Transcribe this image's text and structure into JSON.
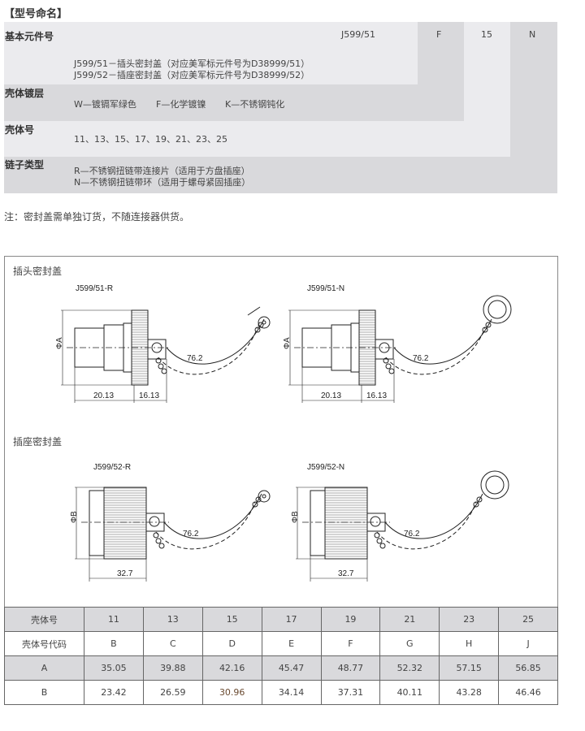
{
  "naming": {
    "title": "【型号命名】",
    "rows": [
      {
        "label": "基本元件号",
        "lines": [
          "J599/51－插头密封盖（对应美军标元件号为D38999/51）",
          "J599/52－插座密封盖（对应美军标元件号为D38999/52）"
        ]
      },
      {
        "label": "壳体镀层",
        "lines": [
          "W—镀镉军绿色",
          "F—化学镀镍",
          "K—不锈钢钝化"
        ]
      },
      {
        "label": "壳体号",
        "lines": [
          "11、13、15、17、19、21、23、25"
        ]
      },
      {
        "label": "链子类型",
        "lines": [
          "R—不锈钢扭链带连接片（适用于方盘插座）",
          "N—不锈钢扭链带环（适用于螺母紧固插座）"
        ]
      }
    ],
    "example": {
      "base": "J599/51",
      "plating": "F",
      "shell": "15",
      "chain": "N"
    },
    "note": "注：密封盖需单独订货，不随连接器供货。"
  },
  "drawings": {
    "plug_title": "插头密封盖",
    "socket_title": "插座密封盖",
    "plug_r": {
      "model": "J599/51-R",
      "dia": "ΦA",
      "dim1": "20.13",
      "dim2": "16.13",
      "chain": "76.2"
    },
    "plug_n": {
      "model": "J599/51-N",
      "dia": "ΦA",
      "dim1": "20.13",
      "dim2": "16.13",
      "chain": "76.2"
    },
    "socket_r": {
      "model": "J599/52-R",
      "dia": "ΦB",
      "dim1": "32.7",
      "chain": "76.2"
    },
    "socket_n": {
      "model": "J599/52-N",
      "dia": "ΦB",
      "dim1": "32.7",
      "chain": "76.2"
    }
  },
  "spec_table": {
    "rows": [
      {
        "label": "壳体号",
        "values": [
          "11",
          "13",
          "15",
          "17",
          "19",
          "21",
          "23",
          "25"
        ]
      },
      {
        "label": "壳体号代码",
        "values": [
          "B",
          "C",
          "D",
          "E",
          "F",
          "G",
          "H",
          "J"
        ]
      },
      {
        "label": "A",
        "values": [
          "35.05",
          "39.88",
          "42.16",
          "45.47",
          "48.77",
          "52.32",
          "57.15",
          "56.85"
        ]
      },
      {
        "label": "B",
        "values": [
          "23.42",
          "26.59",
          "30.96",
          "34.14",
          "37.31",
          "40.11",
          "43.28",
          "46.46"
        ]
      }
    ]
  }
}
